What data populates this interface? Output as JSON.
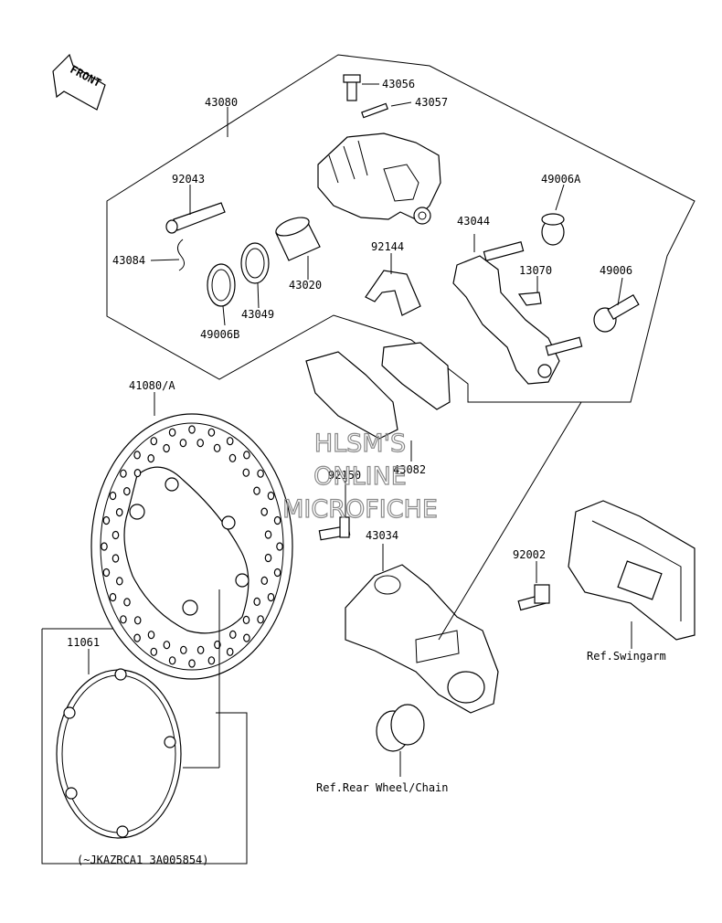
{
  "front_arrow": {
    "label": "FRONT"
  },
  "parts": {
    "p43080": "43080",
    "p43056": "43056",
    "p43057": "43057",
    "p92043": "92043",
    "p49006A": "49006A",
    "p43044": "43044",
    "p92144": "92144",
    "p43084": "43084",
    "p13070": "13070",
    "p49006": "49006",
    "p43020": "43020",
    "p43049": "43049",
    "p49006B": "49006B",
    "p41080A": "41080/A",
    "p43082": "43082",
    "p92150": "92150",
    "p43034": "43034",
    "p92002": "92002",
    "p11061": "11061"
  },
  "refs": {
    "swingarm": "Ref.Swingarm",
    "rear_wheel": "Ref.Rear Wheel/Chain"
  },
  "serial_note": "(~JKAZRCA1 3A005854)",
  "watermark": {
    "line1": "HLSM'S",
    "line2": "ONLINE",
    "line3": "MICROFICHE"
  }
}
